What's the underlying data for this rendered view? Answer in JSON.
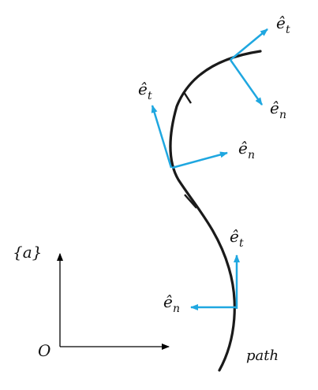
{
  "labels": {
    "frame": "{a}",
    "origin": "O",
    "path": "path",
    "e_symbol": "ê",
    "sub_t": "t",
    "sub_n": "n"
  },
  "colors": {
    "path": "#1a1a1a",
    "vectors": "#1fa7e0",
    "axes": "#000000",
    "text": "#111111"
  }
}
